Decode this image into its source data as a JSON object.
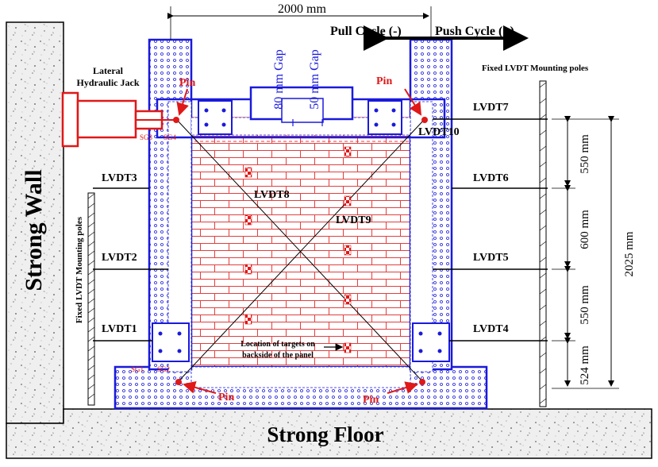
{
  "labels": {
    "top_dimension": "2000 mm",
    "pull_cycle": "Pull Cycle (-)",
    "push_cycle": "Push Cycle (+)",
    "gap_80": "80 mm Gap",
    "gap_50": "50 mm Gap",
    "jack_line1": "Lateral",
    "jack_line2": "Hydraulic Jack",
    "fixed_poles_right": "Fixed LVDT Mounting poles",
    "fixed_poles_left": "Fixed LVDT Mounting poles",
    "strong_wall": "Strong Wall",
    "strong_floor": "Strong Floor",
    "pin": "Pin",
    "sg3": "SG3",
    "sg4": "SG4",
    "sg1": "SG1",
    "sg2": "SG2",
    "targets_line1": "Location of targets on",
    "targets_line2": "backside of the panel",
    "lvdt1": "LVDT1",
    "lvdt2": "LVDT2",
    "lvdt3": "LVDT3",
    "lvdt4": "LVDT4",
    "lvdt5": "LVDT5",
    "lvdt6": "LVDT6",
    "lvdt7": "LVDT7",
    "lvdt8": "LVDT8",
    "lvdt9": "LVDT9",
    "lvdt10": "LVDT10",
    "dim_550_top": "550 mm",
    "dim_600": "600 mm",
    "dim_550_bottom": "550 mm",
    "dim_524": "524 mm",
    "dim_total": "2025 mm"
  },
  "colors": {
    "frame": "#1a1adc",
    "masonry": "#e04040",
    "annotation": "#e01818",
    "outline": "#000000"
  }
}
